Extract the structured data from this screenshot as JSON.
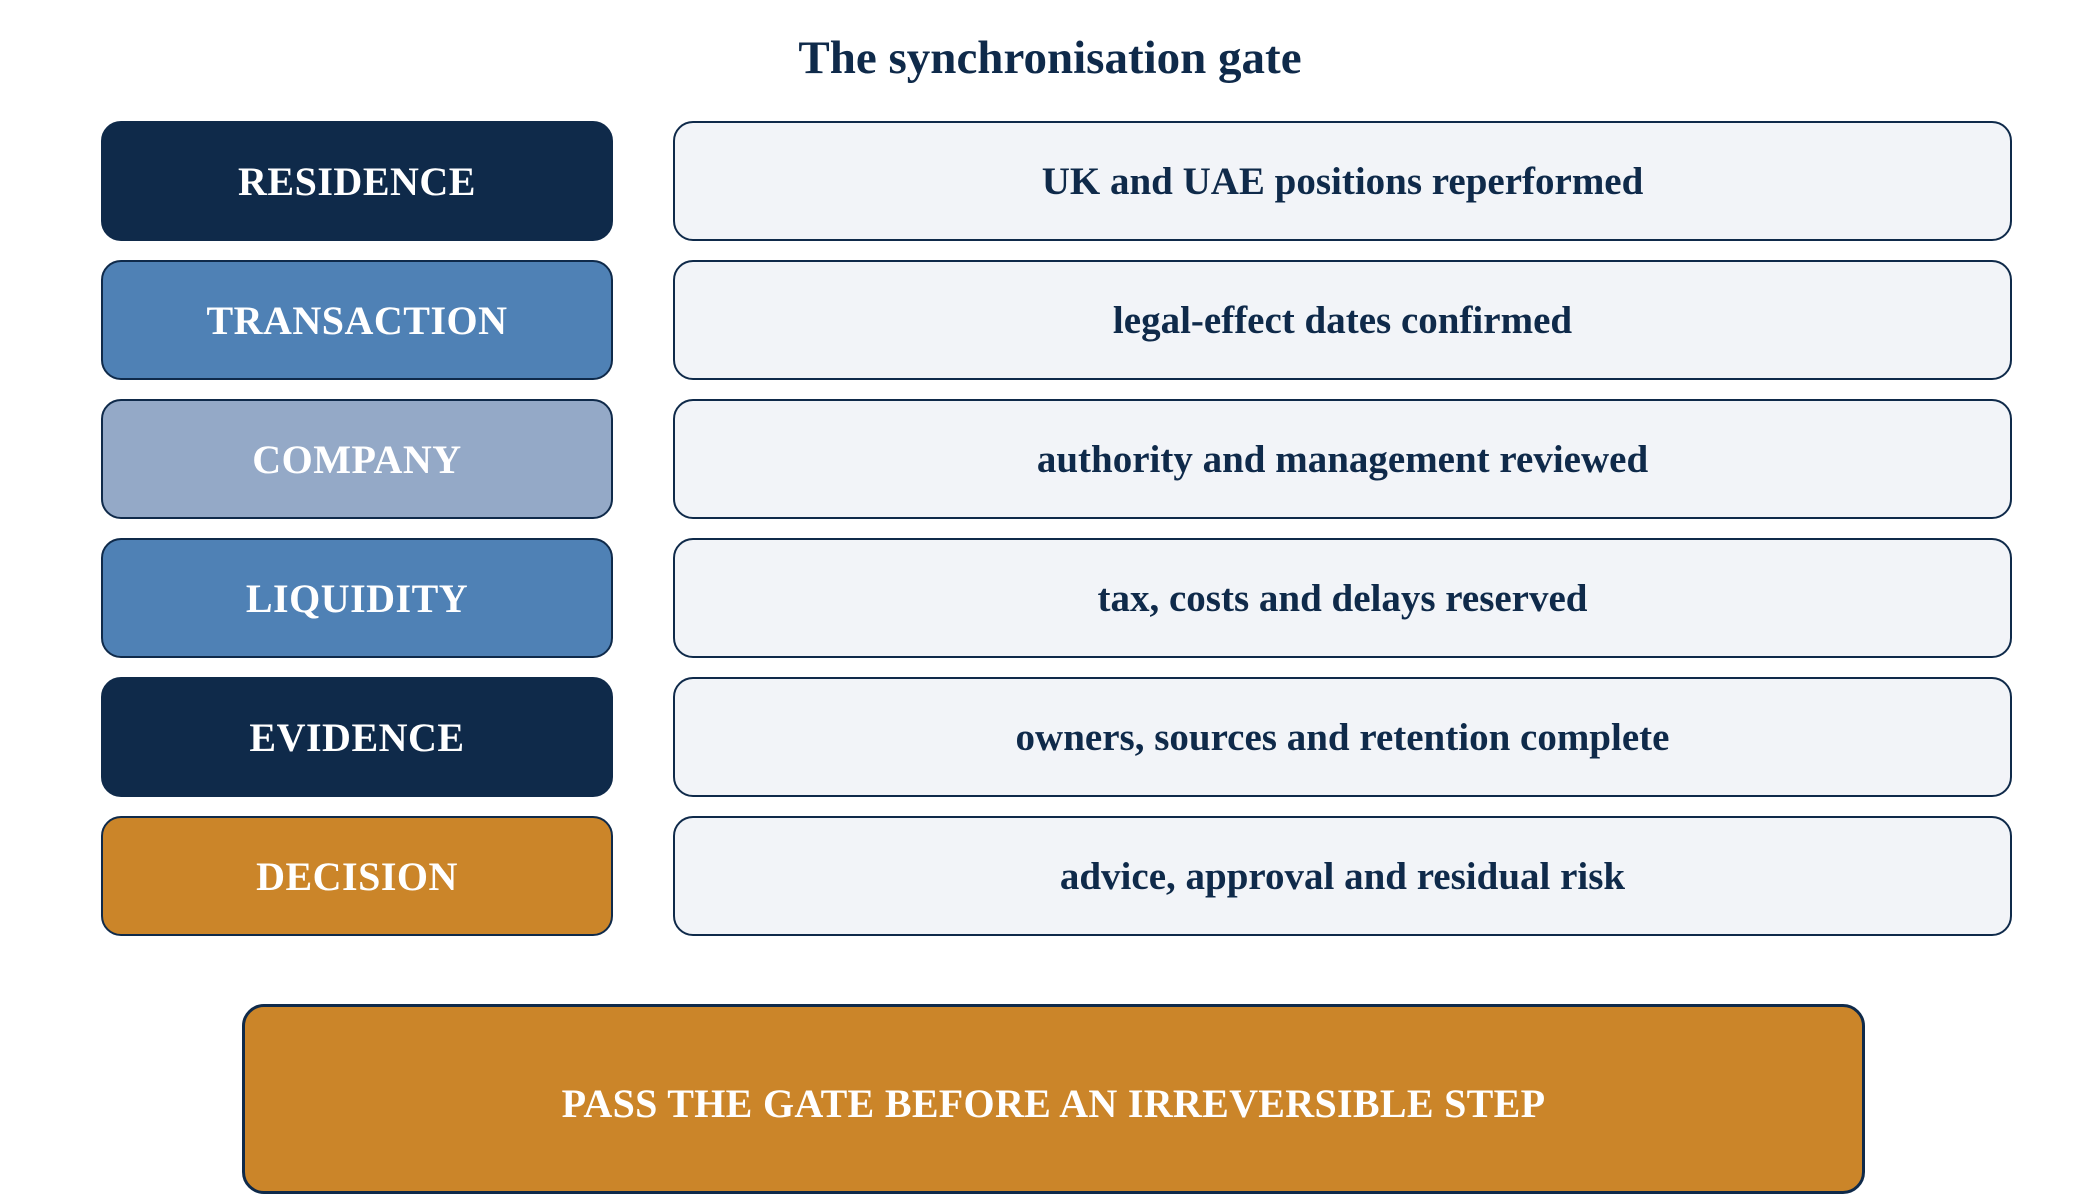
{
  "title": "The synchronisation gate",
  "rows": [
    {
      "label": "RESIDENCE",
      "description": "UK and UAE positions reperformed",
      "color": "#0f2a4a"
    },
    {
      "label": "TRANSACTION",
      "description": "legal-effect dates confirmed",
      "color": "#4f81b5"
    },
    {
      "label": "COMPANY",
      "description": "authority and management reviewed",
      "color": "#94a9c7"
    },
    {
      "label": "LIQUIDITY",
      "description": "tax, costs and delays reserved",
      "color": "#4f81b5"
    },
    {
      "label": "EVIDENCE",
      "description": "owners, sources and retention complete",
      "color": "#0f2a4a"
    },
    {
      "label": "DECISION",
      "description": "advice, approval and residual risk",
      "color": "#cb8529"
    }
  ],
  "gate": {
    "text": "PASS THE GATE BEFORE AN IRREVERSIBLE STEP",
    "color": "#cb8529"
  }
}
